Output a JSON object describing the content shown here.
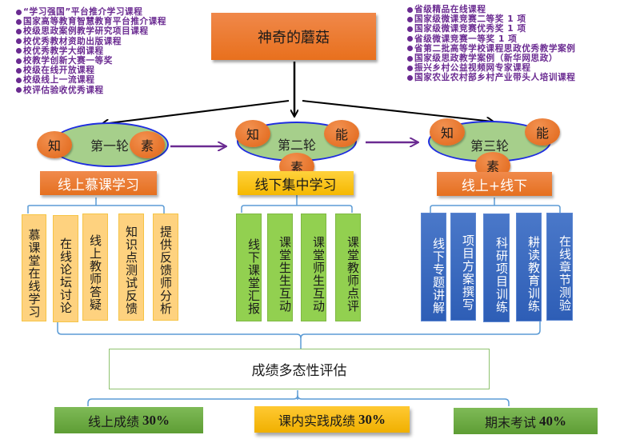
{
  "title": "神奇的蘑菇",
  "left_list": [
    "“学习强国”平台推介学习课程",
    "国家高等教育智慧教育平台推介课程",
    "校级思政案例教学研究项目课程",
    "校优秀教材资助出版课程",
    "校优秀教学大纲课程",
    "校教学创新大赛一等奖",
    "校级在线开放课程",
    "校级线上一流课程",
    "校评估验收优秀课程"
  ],
  "right_list": [
    "省级精品在线课程",
    "国家级微课竞赛二等奖 1 项",
    "国家级微课竞赛优秀奖 1 项",
    "省级微课竞赛一等奖 1 项",
    "省第二批高等学校课程思政优秀教学案例",
    "国家级思政教学案例（新华网思政）",
    "振兴乡村公益视频网专家课程",
    "国家农业农村部乡村产业带头人培训课程"
  ],
  "rounds": [
    {
      "label": "第一轮",
      "badges": [
        "知",
        "素"
      ],
      "mode": "线上慕课学习",
      "mode_color": "#e8731f",
      "activities": [
        "慕课堂在线学习",
        "在线论坛讨论",
        "线上教师答疑",
        "知识点测试反馈",
        "提供反馈师分析"
      ]
    },
    {
      "label": "第二轮",
      "badges": [
        "知",
        "能",
        "素"
      ],
      "mode": "线下集中学习",
      "mode_color": "#f8c10c",
      "activities": [
        "线下课堂汇报",
        "课堂生生互动",
        "课堂师生互动",
        "课堂教师点评"
      ]
    },
    {
      "label": "第三轮",
      "badges": [
        "知",
        "能",
        "素"
      ],
      "mode": "线上+线下",
      "mode_color": "#e8731f",
      "activities": [
        "线下专题讲解",
        "项目方案撰写",
        "科研项目训练",
        "耕读教育训练",
        "在线章节测验"
      ]
    }
  ],
  "evaluation": "成绩多态性评估",
  "grades": [
    {
      "label": "线上成绩",
      "value": "30%"
    },
    {
      "label": "课内实践成绩",
      "value": "30%"
    },
    {
      "label": "期末考试",
      "value": "40%"
    }
  ],
  "colors": {
    "list_text": "#6a2a91",
    "title_bg": "#ec7a31",
    "round_fill": "#a6cf8b",
    "round_border": "#1f2ee0",
    "badge": "#e8701d",
    "flow_arrow": "#6a2a91",
    "activity_yellow": "#fed27f",
    "activity_green": "#92d050",
    "activity_blue": "#3a68c0",
    "connector": "#5b9bd5",
    "grade_green": "#6ea945",
    "grade_gold": "#f8c10c"
  }
}
